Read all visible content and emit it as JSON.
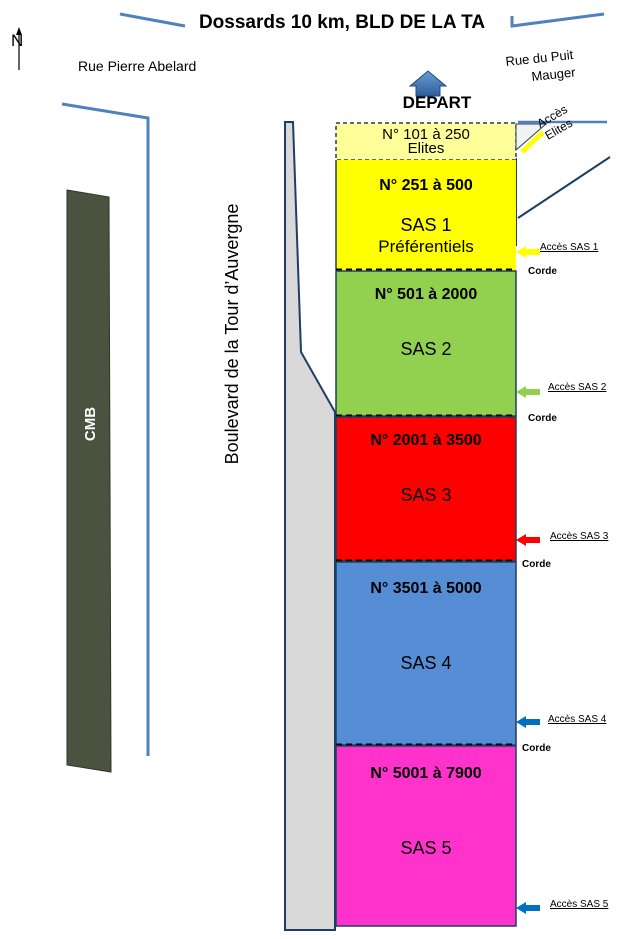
{
  "title": "Dossards 10 km, BLD DE LA TA",
  "north_label": "N",
  "streets": {
    "pierre_abelard": "Rue Pierre Abelard",
    "puit_mauger_line1": "Rue du Puit",
    "puit_mauger_line2": "Mauger",
    "boulevard": "Boulevard de la Tour d’Auvergne"
  },
  "building_label": "CMB",
  "depart_label": "DEPART",
  "elites_zone": {
    "range": "N° 101 à 250",
    "name": "Elites",
    "access_label_line1": "Accès",
    "access_label_line2": "Elites",
    "color": "#FFFF99"
  },
  "zones": [
    {
      "range": "N° 251 à 500",
      "name": "SAS 1",
      "subname": "Préférentiels",
      "color": "#FFFF00",
      "access_label": "Accès SAS 1",
      "arrow_color": "#FFFF00",
      "corde": "Corde"
    },
    {
      "range": "N° 501 à 2000",
      "name": "SAS 2",
      "color": "#92D050",
      "access_label": "Accès SAS 2",
      "arrow_color": "#92D050",
      "corde": "Corde"
    },
    {
      "range": "N° 2001 à 3500",
      "name": "SAS 3",
      "color": "#FF0000",
      "access_label": "Accès SAS 3",
      "arrow_color": "#FF0000",
      "corde": "Corde"
    },
    {
      "range": "N° 3501 à 5000",
      "name": "SAS 4",
      "color": "#558ED5",
      "access_label": "Accès SAS 4",
      "arrow_color": "#0070C0",
      "corde": "Corde"
    },
    {
      "range": "N° 5001 à 7900",
      "name": "SAS 5",
      "color": "#FF33CC",
      "access_label": "Accès SAS 5",
      "arrow_color": "#0070C0"
    }
  ],
  "colors": {
    "street_line": "#4F81BD",
    "building": "#4A5240",
    "sidewalk": "#D9D9D9",
    "depart_arrow": "#4F81BD"
  }
}
